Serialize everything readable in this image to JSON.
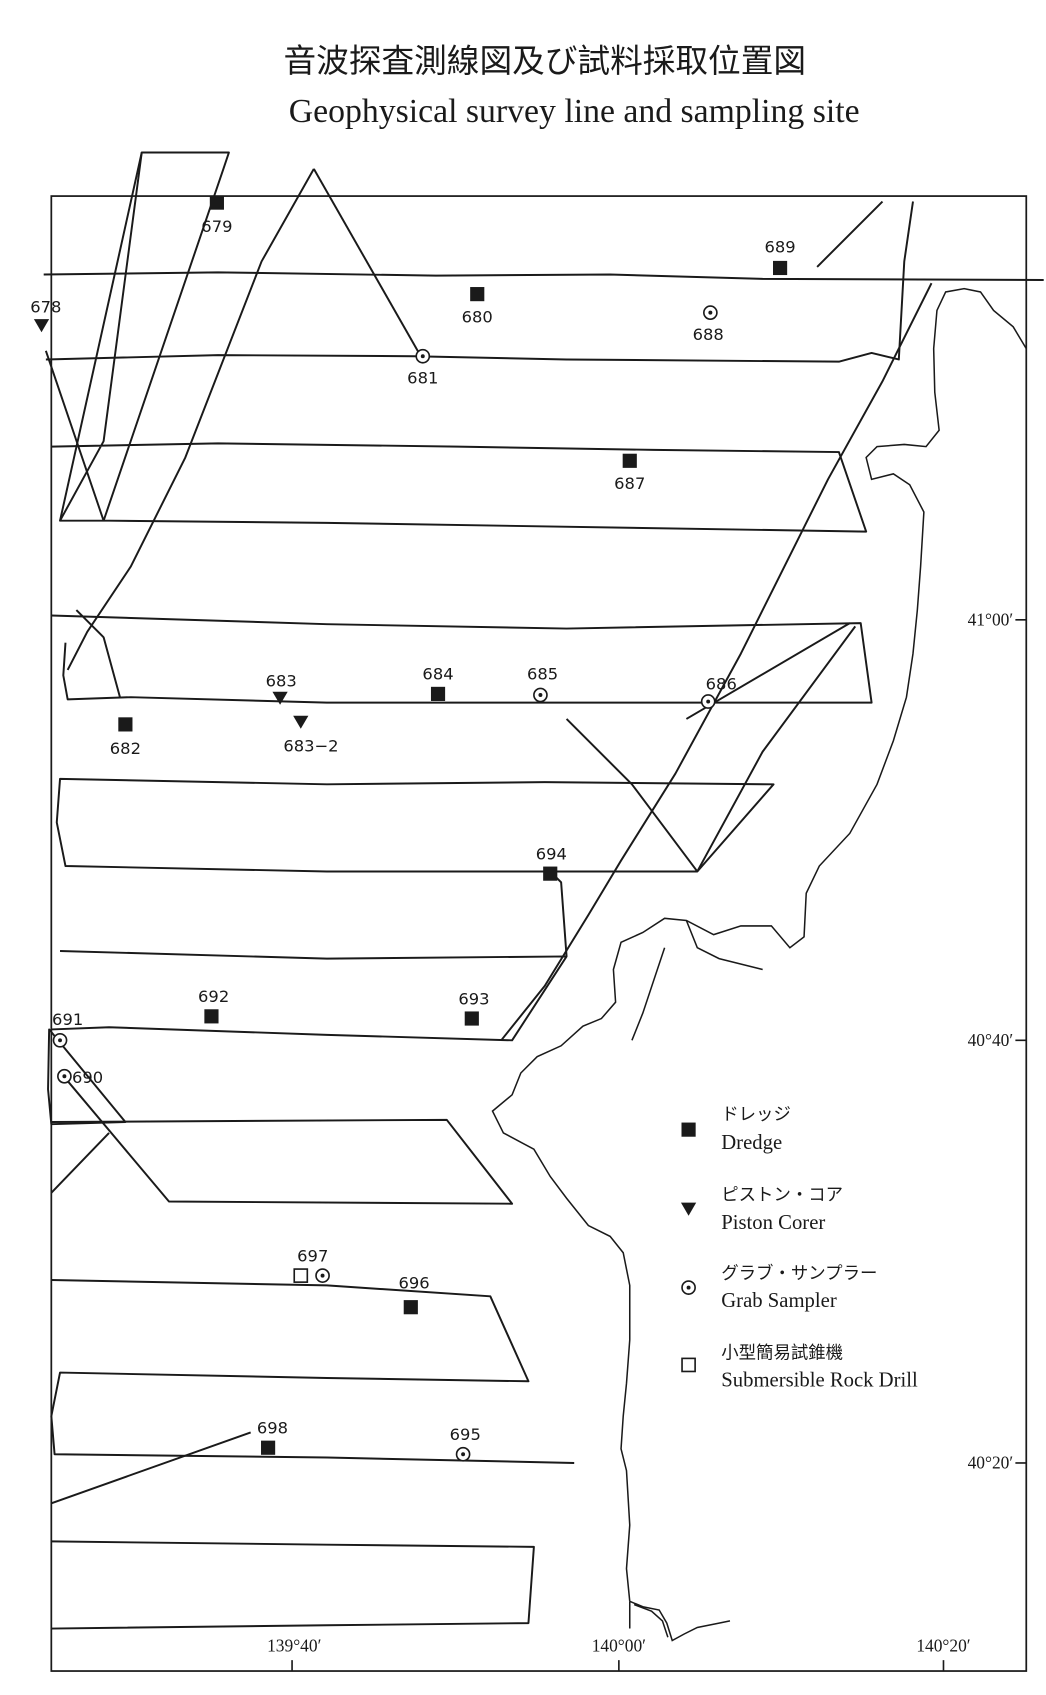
{
  "title": {
    "japanese": "音波探査測線図及び試料採取位置図",
    "english": "Geophysical survey line and sampling site"
  },
  "axes": {
    "latitude": [
      "41°00′",
      "40°40′",
      "40°20′"
    ],
    "longitude": [
      "139°40′",
      "140°00′",
      "140°20′"
    ]
  },
  "sites": {
    "dredge": [
      "679",
      "680",
      "689",
      "687",
      "684",
      "682",
      "694",
      "692",
      "693",
      "696",
      "698"
    ],
    "piston_corer": [
      "678",
      "683",
      "683−2"
    ],
    "grab_sampler": [
      "681",
      "688",
      "685",
      "686",
      "691",
      "690",
      "697",
      "695"
    ],
    "rock_drill": [
      "697"
    ]
  },
  "legend": [
    {
      "symbol": "filled-square",
      "japanese": "ドレッジ",
      "english": "Dredge"
    },
    {
      "symbol": "filled-triangle",
      "japanese": "ピストン・コア",
      "english": "Piston Corer"
    },
    {
      "symbol": "dotted-circle",
      "japanese": "グラブ・サンプラー",
      "english": "Grab Sampler"
    },
    {
      "symbol": "open-square",
      "japanese": "小型簡易試錐機",
      "english": "Submersible Rock Drill"
    }
  ]
}
